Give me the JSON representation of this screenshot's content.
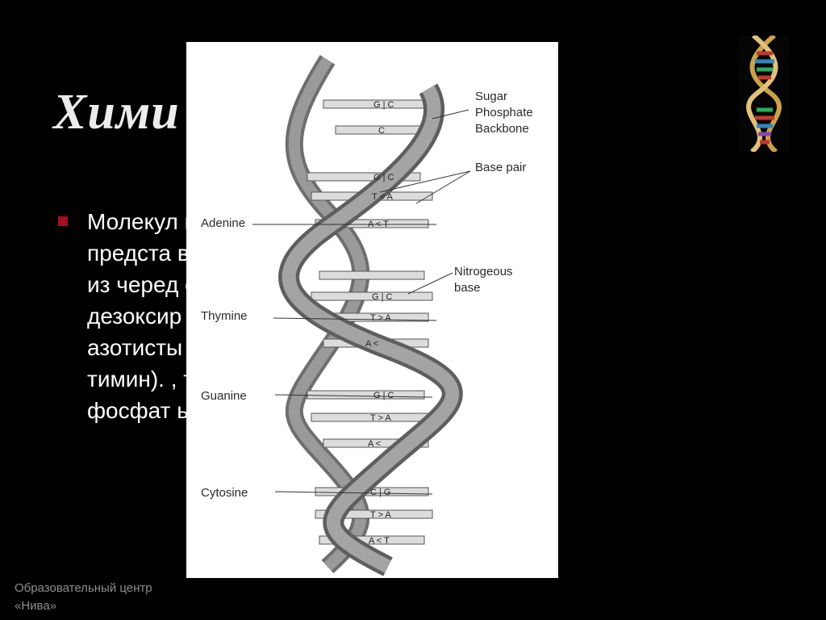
{
  "slide": {
    "title": "Хими",
    "body_lines": [
      "Молекул                                          ислоты (ДНК)",
      "предста                                         в, состоящий",
      "из черед                                      сахара",
      "дезоксир                                    ны",
      "азотисты                                   цитозин и",
      "тимин). ,                                    так как",
      "фосфат                                    ьный заряд."
    ],
    "footer": [
      "Образовательный центр",
      "«Нива»"
    ]
  },
  "diagram": {
    "labels": {
      "sugar": [
        "Sugar",
        "Phosphate",
        "Backbone"
      ],
      "base_pair": "Base pair",
      "adenine": "Adenine",
      "nitrogeous": [
        "Nitrogeous",
        "base"
      ],
      "thymine": "Thymine",
      "guanine": "Guanine",
      "cytosine": "Cytosine"
    },
    "base_pairs": [
      "G | C",
      "C",
      "G | C",
      "T < A",
      "A < T",
      "G | C",
      "T > A",
      "A <",
      "G | C",
      "T > A",
      "A <",
      "C | G",
      "T > A",
      "A < T"
    ]
  },
  "colors": {
    "background": "#000000",
    "bullet": "#a50f1c",
    "ribbon": "#8f8f8f",
    "rung": "#dcdcdc"
  }
}
